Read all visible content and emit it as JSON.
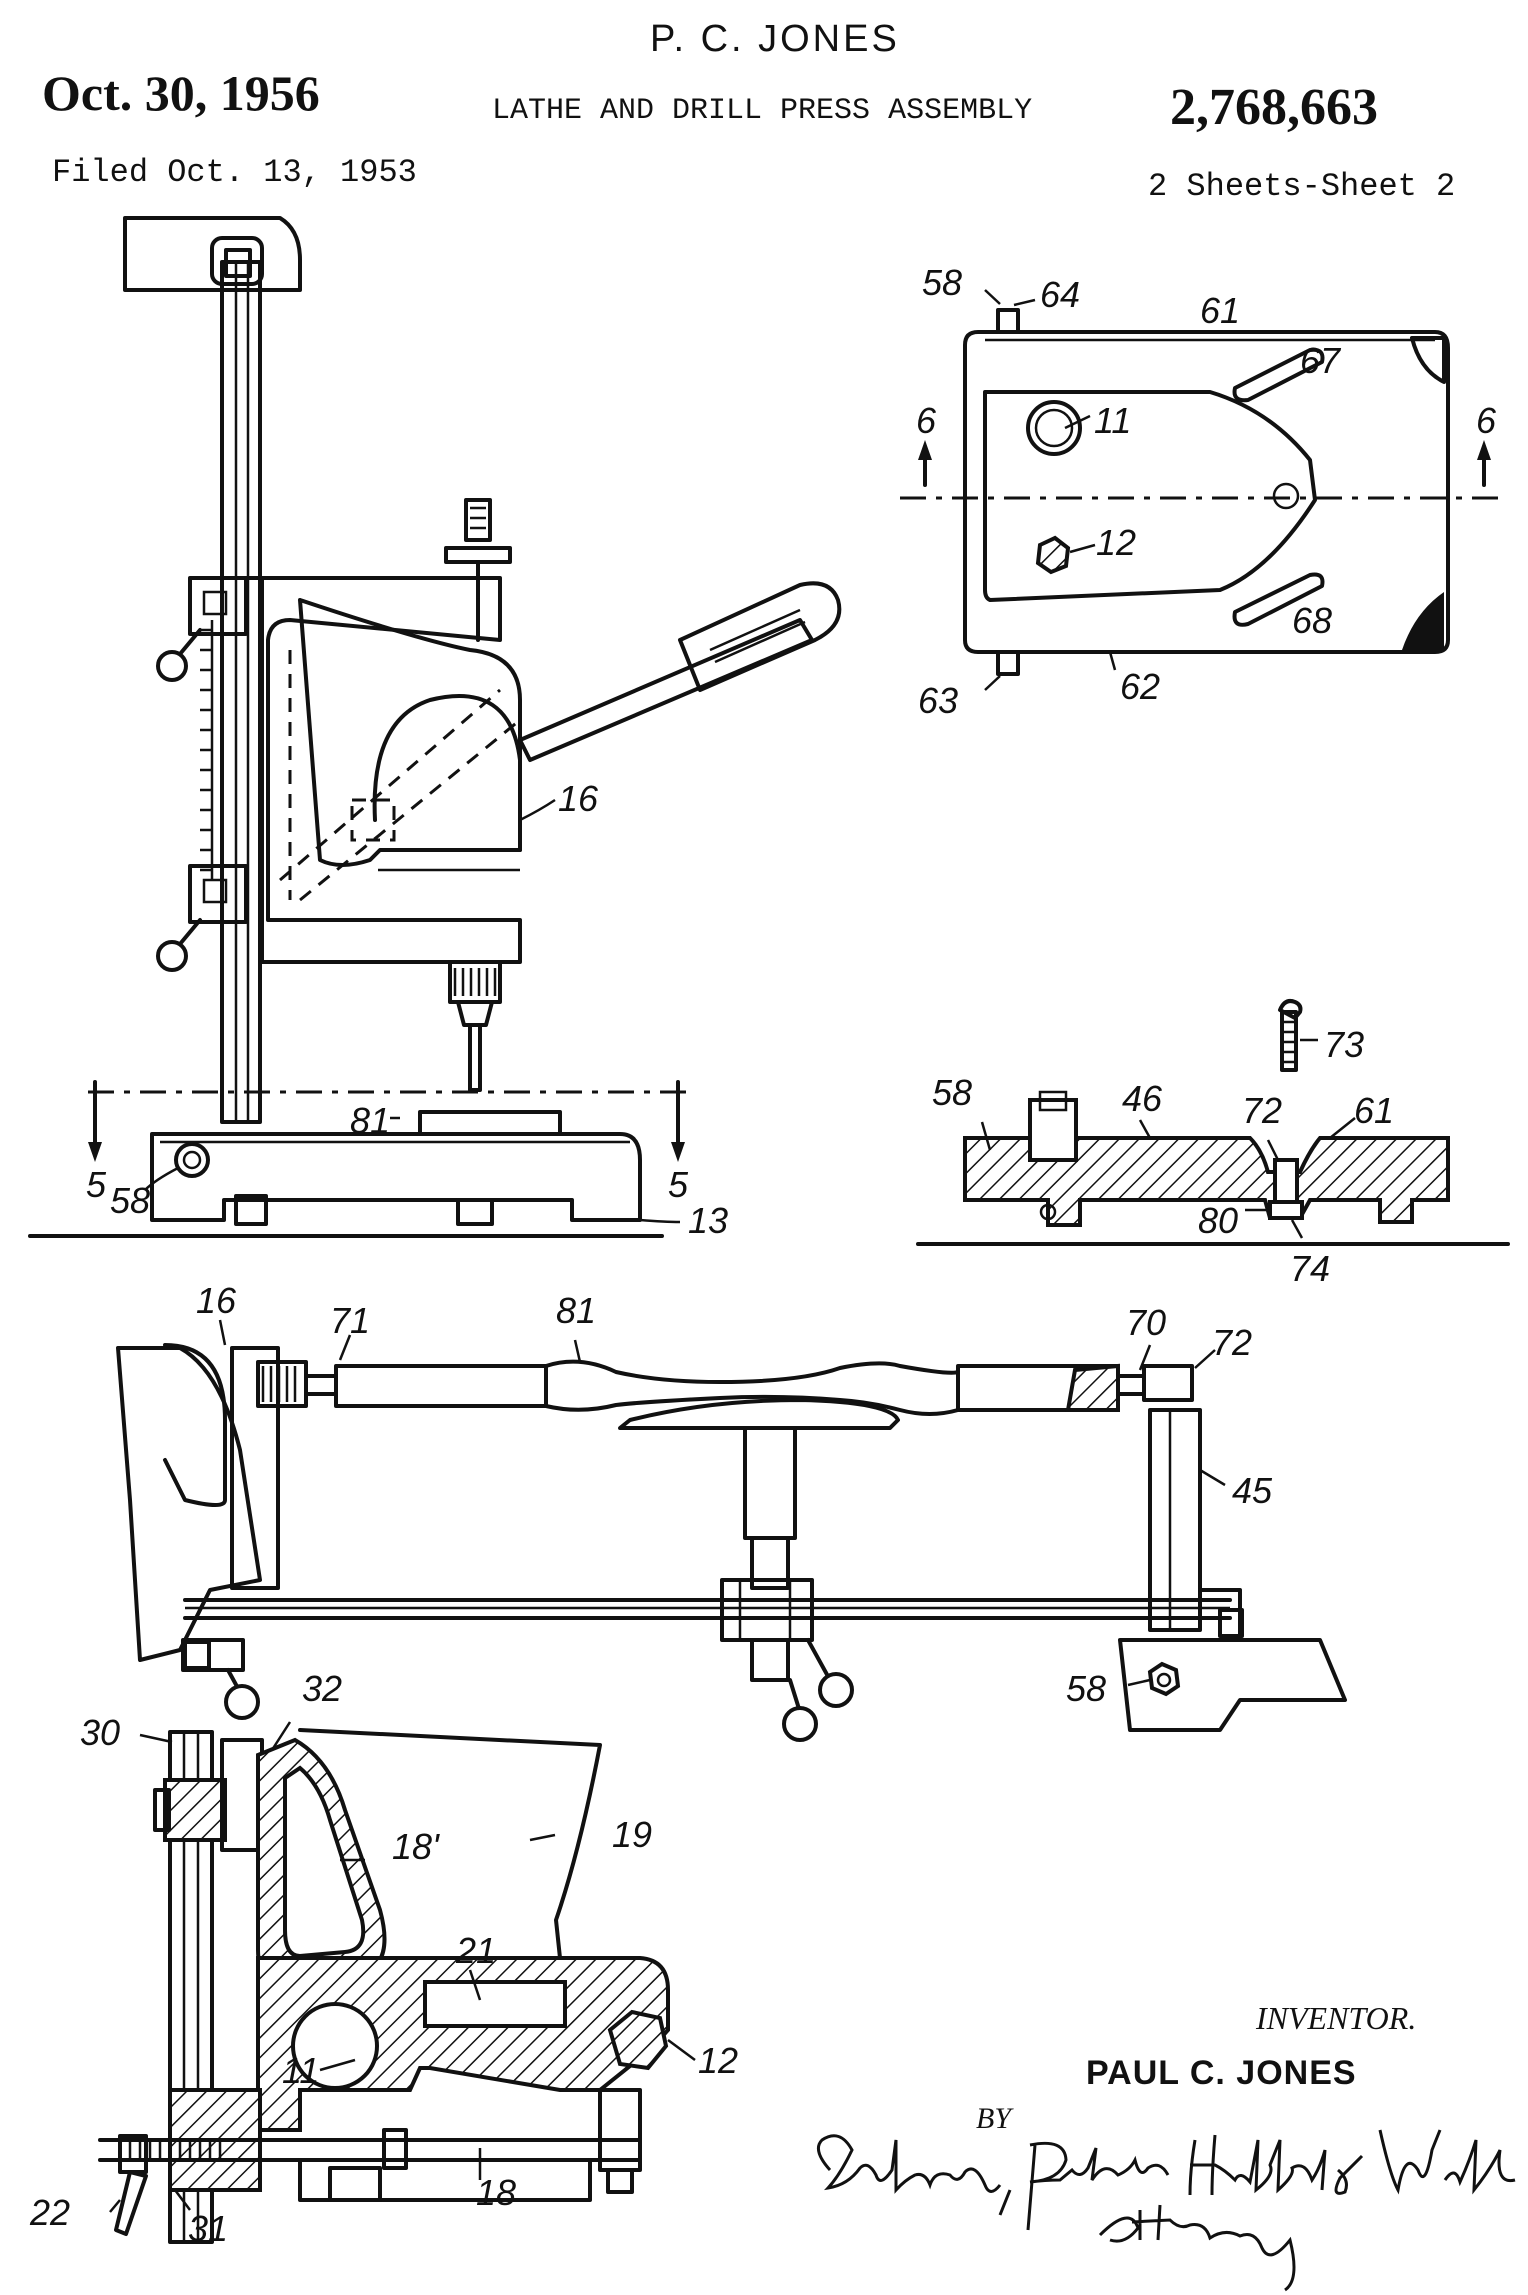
{
  "header": {
    "inventor_name": "P. C. JONES",
    "date": "Oct. 30, 1956",
    "title": "LATHE AND DRILL PRESS ASSEMBLY",
    "patent_number": "2,768,663",
    "filed": "Filed Oct. 13, 1953",
    "sheets": "2 Sheets-Sheet 2"
  },
  "figures": {
    "drill_press": {
      "labels": {
        "l16": "16",
        "l81": "81",
        "l5a": "5",
        "l5b": "5",
        "l58": "58",
        "l13": "13"
      }
    },
    "top_view": {
      "labels": {
        "l58": "58",
        "l64": "64",
        "l61": "61",
        "l67": "67",
        "l6a": "6",
        "l6b": "6",
        "l11": "11",
        "l12": "12",
        "l68": "68",
        "l63": "63",
        "l62": "62"
      }
    },
    "section_view": {
      "labels": {
        "l73": "73",
        "l58": "58",
        "l46": "46",
        "l72": "72",
        "l61": "61",
        "l80": "80",
        "l74": "74"
      }
    },
    "lathe": {
      "labels": {
        "l16": "16",
        "l71": "71",
        "l81": "81",
        "l70": "70",
        "l72": "72",
        "l45": "45",
        "l58": "58"
      }
    },
    "clamp_section": {
      "labels": {
        "l32": "32",
        "l30": "30",
        "l18p": "18'",
        "l19": "19",
        "l21": "21",
        "l11": "11",
        "l12": "12",
        "l18": "18",
        "l22": "22",
        "l31": "31"
      }
    }
  },
  "signature_block": {
    "inventor_heading": "INVENTOR.",
    "inventor": "PAUL C. JONES",
    "by": "BY",
    "attorneys_line1": "Carlson, Pitzner, Hubbard & Wolfe",
    "attorneys_line2": "Attorneys"
  }
}
